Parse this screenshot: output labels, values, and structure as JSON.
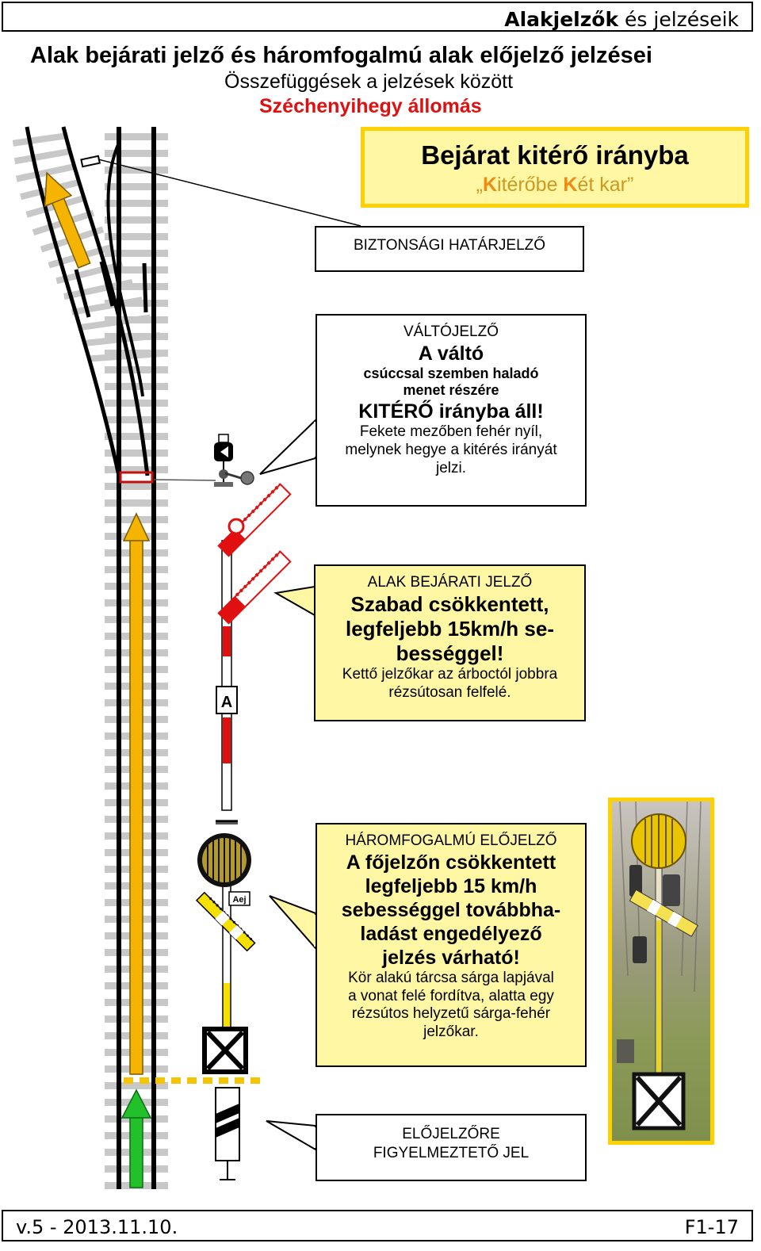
{
  "header": {
    "title_bold": "Alakjelzők",
    "title_rest": " és jelzéseik"
  },
  "title": {
    "main": "Alak bejárati jelző és háromfogalmú alak előjelző jelzései",
    "sub": "Összefüggések a jelzések között",
    "station": "Széchenyihegy állomás"
  },
  "banner": {
    "heading": "Bejárat kitérő irányba",
    "quote_open": "„",
    "k1": "K",
    "w1": "itérőbe ",
    "k2": "K",
    "w2": "ét kar”"
  },
  "callouts": {
    "biztonsagi": "BIZTONSÁGI HATÁRJELZŐ",
    "valto": {
      "label": "VÁLTÓJELZŐ",
      "heading": "A váltó",
      "line1": "csúccsal szemben haladó",
      "line2": "menet részére",
      "state": "KITÉRŐ irányba áll!",
      "desc1": "Fekete mezőben fehér nyíl,",
      "desc2": "melynek hegye a kitérés irányát",
      "desc3": "jelzi."
    },
    "alak": {
      "label": "ALAK BEJÁRATI JELZŐ",
      "line1": "Szabad csökkentett,",
      "line2": "legfeljebb 15km/h se-",
      "line3": "bességgel!",
      "desc1": "Kettő jelzőkar az árboctól jobbra",
      "desc2": "rézsútosan felfelé."
    },
    "harom": {
      "label": "HÁROMFOGALMÚ ELŐJELZŐ",
      "line1": "A főjelzőn csökkentett",
      "line2": "legfeljebb 15 km/h",
      "line3": "sebességgel továbbha-",
      "line4": "ladást engedélyező",
      "line5": "jelzés várható!",
      "desc1": "Kör alakú tárcsa sárga lapjával",
      "desc2": "a vonat felé fordítva, alatta egy",
      "desc3": "rézsútos helyzetű sárga-fehér",
      "desc4": "jelzőkar."
    },
    "elo": {
      "line1": "ELŐJELZŐRE",
      "line2": "FIGYELMEZTETŐ JEL"
    }
  },
  "signals": {
    "main_plate": "A",
    "pre_plate": "Aej"
  },
  "footer": {
    "version": "v.5 - 2013.11.10.",
    "page": "F1-17"
  },
  "colors": {
    "yellow_fill": "#fff7a3",
    "yellow_border": "#ffd100",
    "red": "#e01010",
    "arrow_yellow": "#f5b400",
    "arrow_green": "#22c02a"
  }
}
